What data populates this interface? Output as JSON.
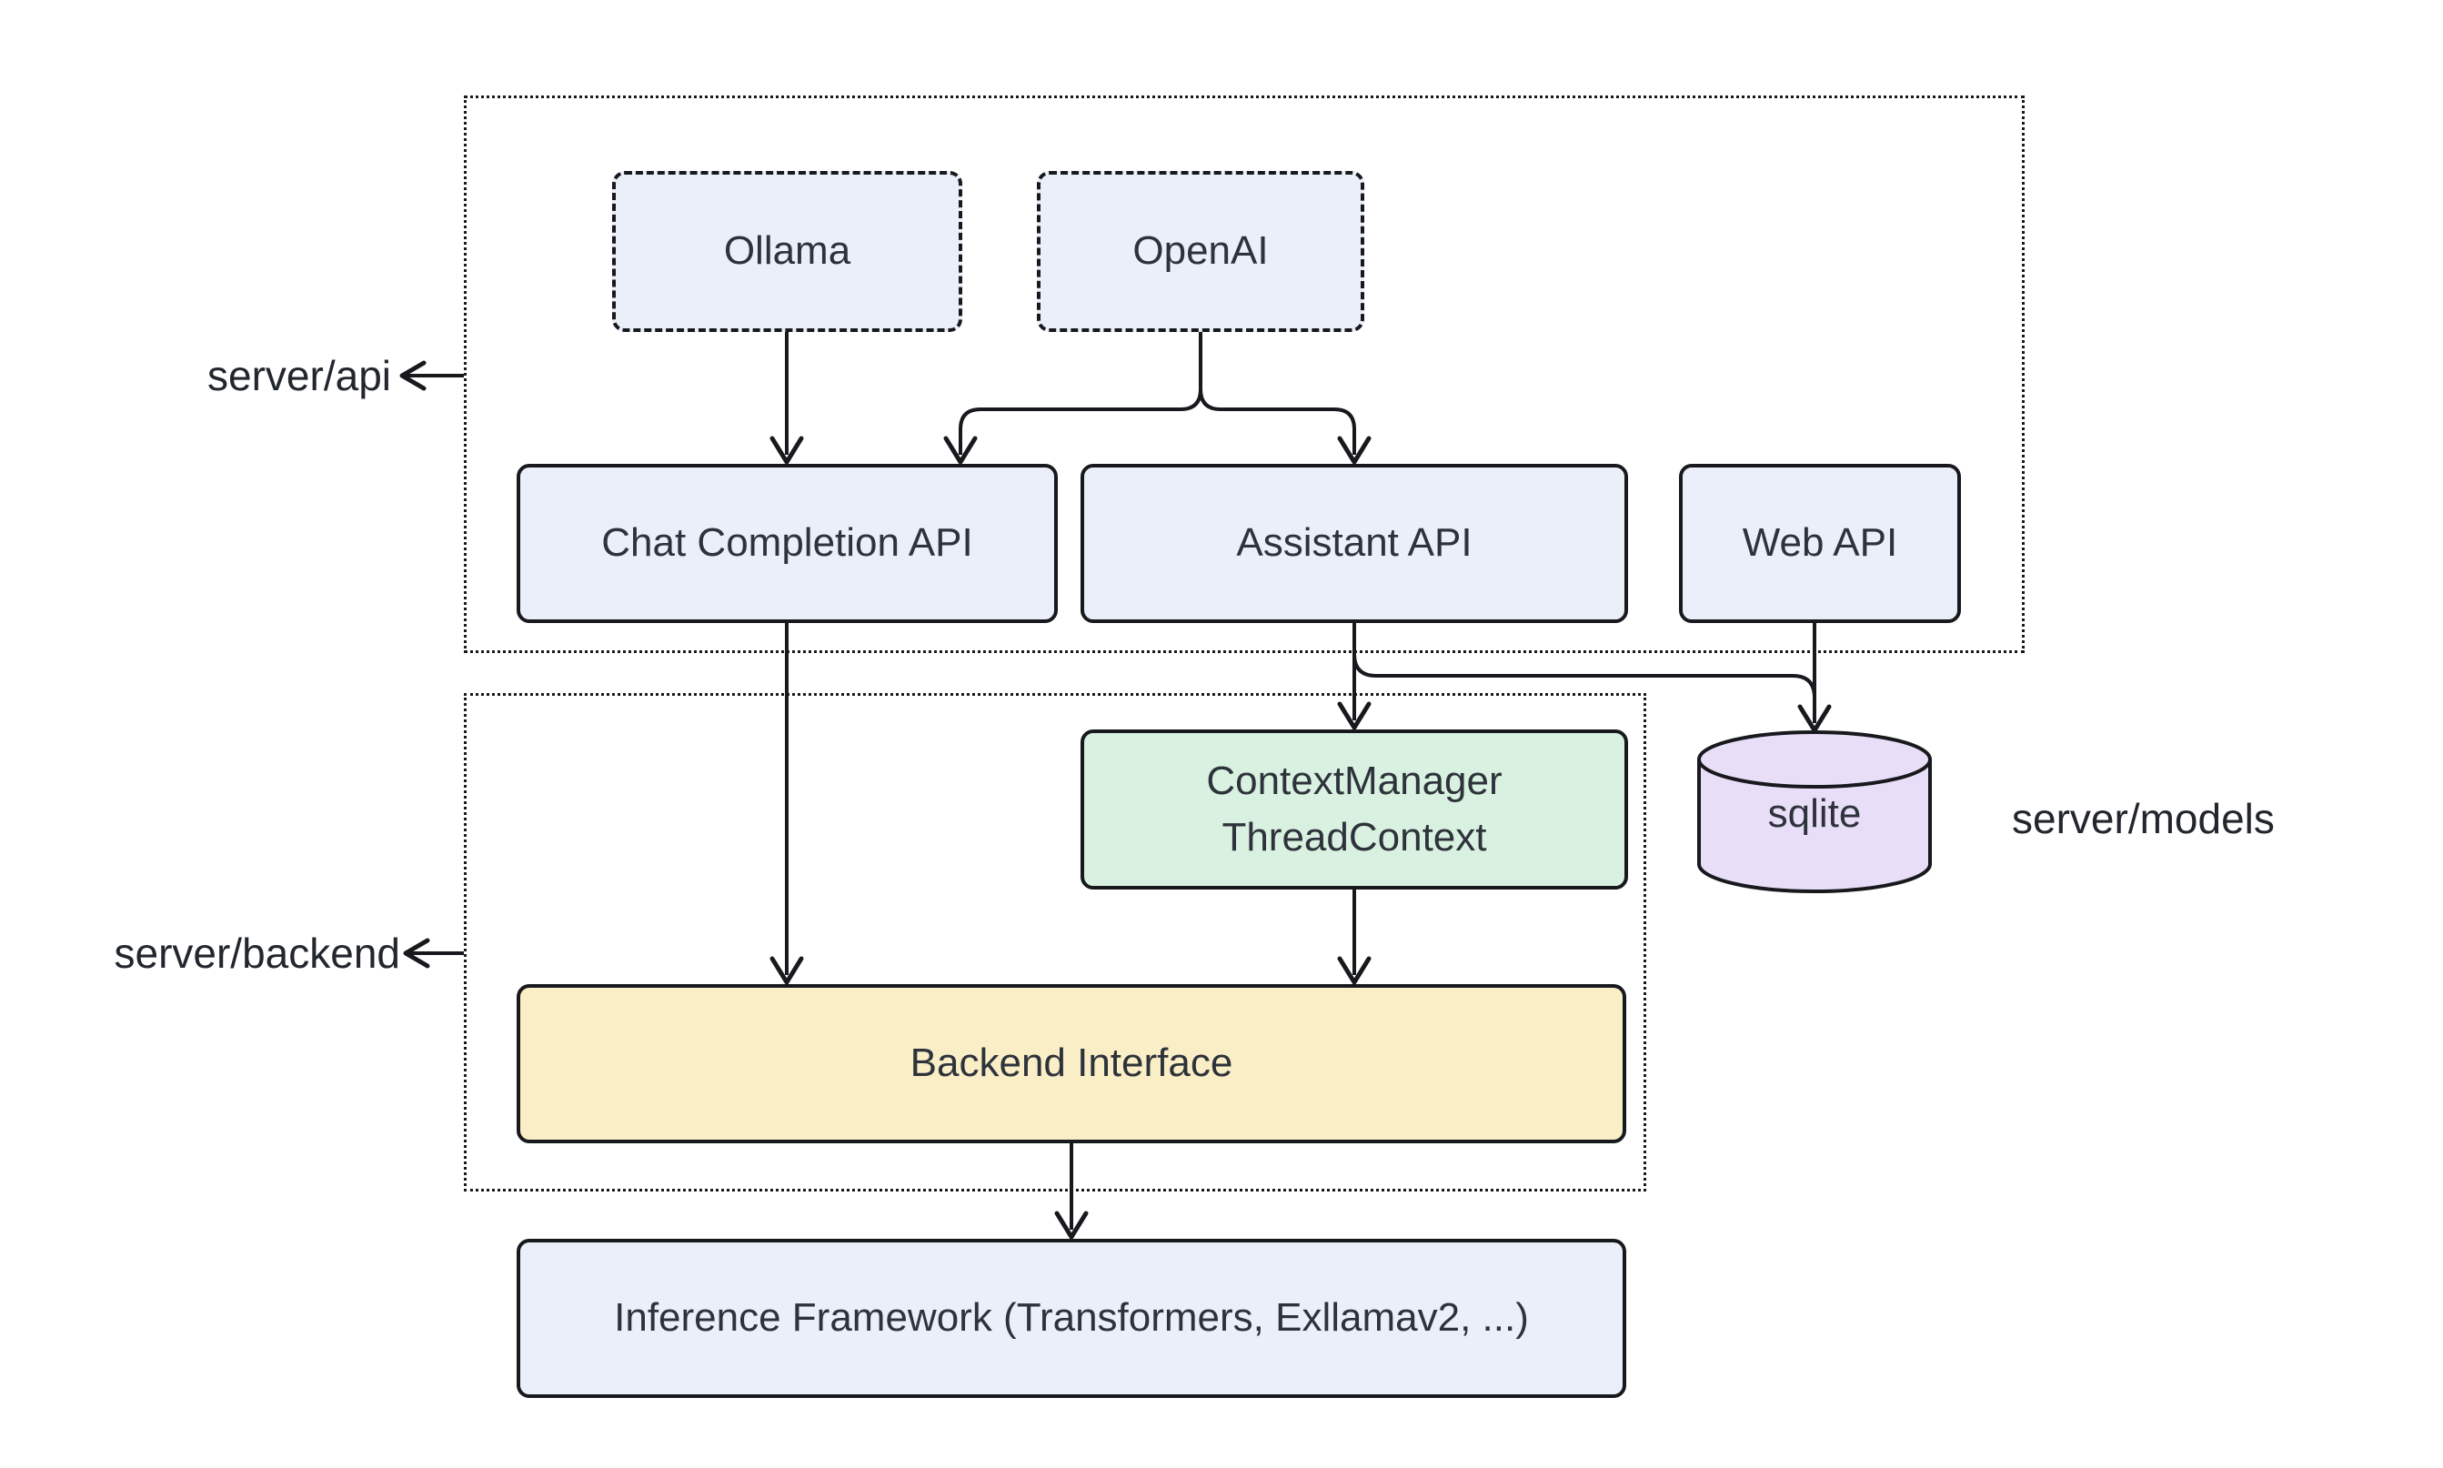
{
  "containers": {
    "api": {
      "label": "server/api"
    },
    "backend": {
      "label": "server/backend"
    },
    "models": {
      "label": "server/models"
    }
  },
  "nodes": {
    "ollama": {
      "label": "Ollama"
    },
    "openai": {
      "label": "OpenAI"
    },
    "chat_api": {
      "label": "Chat Completion API"
    },
    "assistant_api": {
      "label": "Assistant API"
    },
    "web_api": {
      "label": "Web API"
    },
    "context_manager": {
      "line1": "ContextManager",
      "line2": "ThreadContext"
    },
    "sqlite": {
      "label": "sqlite"
    },
    "backend_interface": {
      "label": "Backend Interface"
    },
    "inference": {
      "label": "Inference Framework (Transformers, Exllamav2, ...)"
    }
  },
  "edges": [
    {
      "from": "Ollama",
      "to": "Chat Completion API"
    },
    {
      "from": "OpenAI",
      "to": "Chat Completion API"
    },
    {
      "from": "OpenAI",
      "to": "Assistant API"
    },
    {
      "from": "Chat Completion API",
      "to": "Backend Interface"
    },
    {
      "from": "Assistant API",
      "to": "ContextManager ThreadContext"
    },
    {
      "from": "Assistant API",
      "to": "sqlite"
    },
    {
      "from": "Web API",
      "to": "sqlite"
    },
    {
      "from": "ContextManager ThreadContext",
      "to": "Backend Interface"
    },
    {
      "from": "Backend Interface",
      "to": "Inference Framework (Transformers, Exllamav2, ...)"
    }
  ],
  "colors": {
    "node_blue": "#ebeffa",
    "node_green": "#d9f1e0",
    "node_yellow": "#faeec6",
    "node_purple": "#e9def8",
    "stroke": "#17191d",
    "text": "#2e333b",
    "label_text": "#22262d",
    "bg": "#ffffff"
  }
}
